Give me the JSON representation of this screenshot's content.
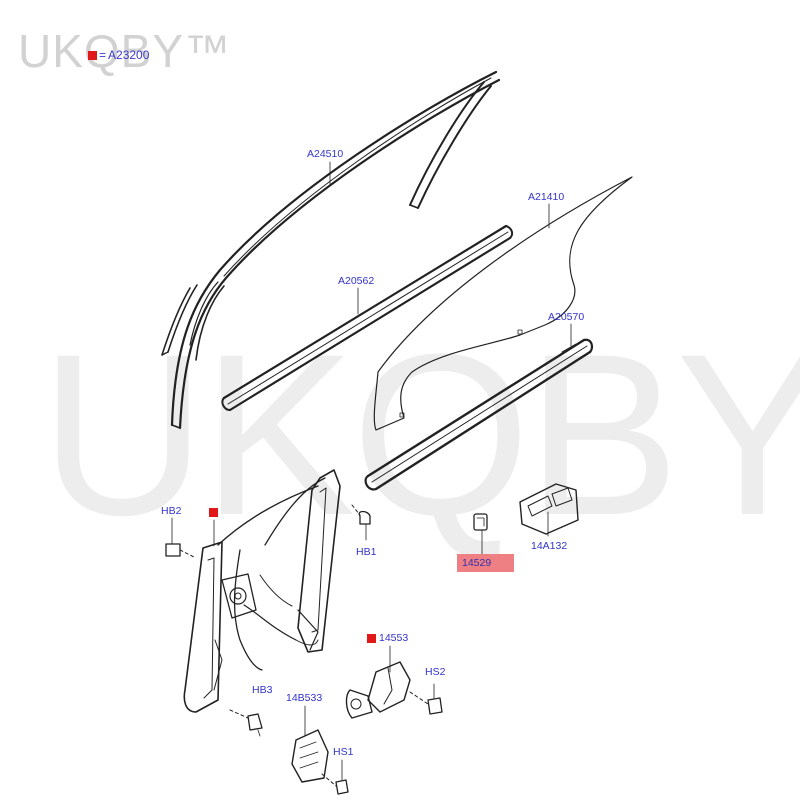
{
  "watermark": {
    "small": "UKQBY™",
    "large": "UKQBY™"
  },
  "legend": {
    "prefix": "=",
    "code": "A23200"
  },
  "parts": {
    "a24510": "A24510",
    "a21410": "A21410",
    "a20562": "A20562",
    "a20570": "A20570",
    "hb2": "HB2",
    "hb1": "HB1",
    "p14529": "14529",
    "p14a132": "14A132",
    "p14553": "14553",
    "hs2": "HS2",
    "hb3": "HB3",
    "p14b533": "14B533",
    "hs1": "HS1"
  },
  "colors": {
    "label": "#3333cc",
    "marker": "#e01818",
    "highlight": "#ee7f83"
  }
}
